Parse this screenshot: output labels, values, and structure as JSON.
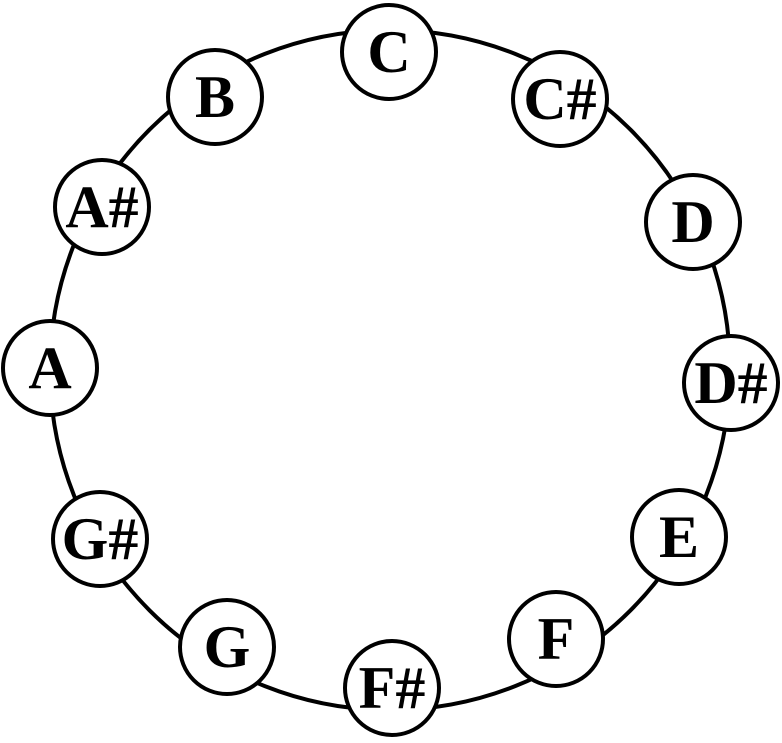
{
  "diagram": {
    "notes": [
      {
        "label": "C"
      },
      {
        "label": "C#"
      },
      {
        "label": "D"
      },
      {
        "label": "D#"
      },
      {
        "label": "E"
      },
      {
        "label": "F"
      },
      {
        "label": "F#"
      },
      {
        "label": "G"
      },
      {
        "label": "G#"
      },
      {
        "label": "A"
      },
      {
        "label": "A#"
      },
      {
        "label": "B"
      }
    ],
    "colors": {
      "stroke": "#000000",
      "node_fill": "#ffffff",
      "text": "#000000"
    }
  }
}
